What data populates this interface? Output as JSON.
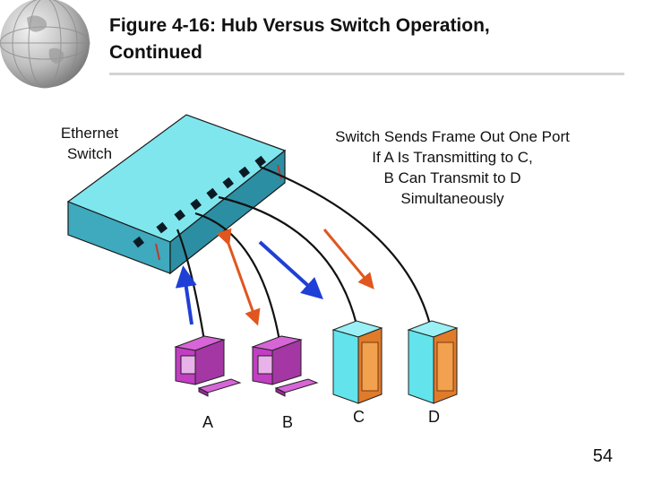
{
  "slide": {
    "title_line1": "Figure 4-16: Hub Versus Switch Operation,",
    "title_line2": "Continued",
    "page_number": "54"
  },
  "switch": {
    "label_line1": "Ethernet",
    "label_line2": "Switch"
  },
  "description": {
    "line1": "Switch Sends Frame Out One Port",
    "line2": "If A Is Transmitting to C,",
    "line3": "B Can Transmit to D",
    "line4": "Simultaneously"
  },
  "nodes": {
    "a": "A",
    "b": "B",
    "c": "C",
    "d": "D"
  },
  "colors": {
    "switch_top": "#7fe6ee",
    "switch_side": "#3fa9bd",
    "pc_purple": "#c23ec2",
    "server_cyan": "#63e4ec",
    "arrow_blue": "#1f3fd6",
    "arrow_red": "#e0561e"
  }
}
